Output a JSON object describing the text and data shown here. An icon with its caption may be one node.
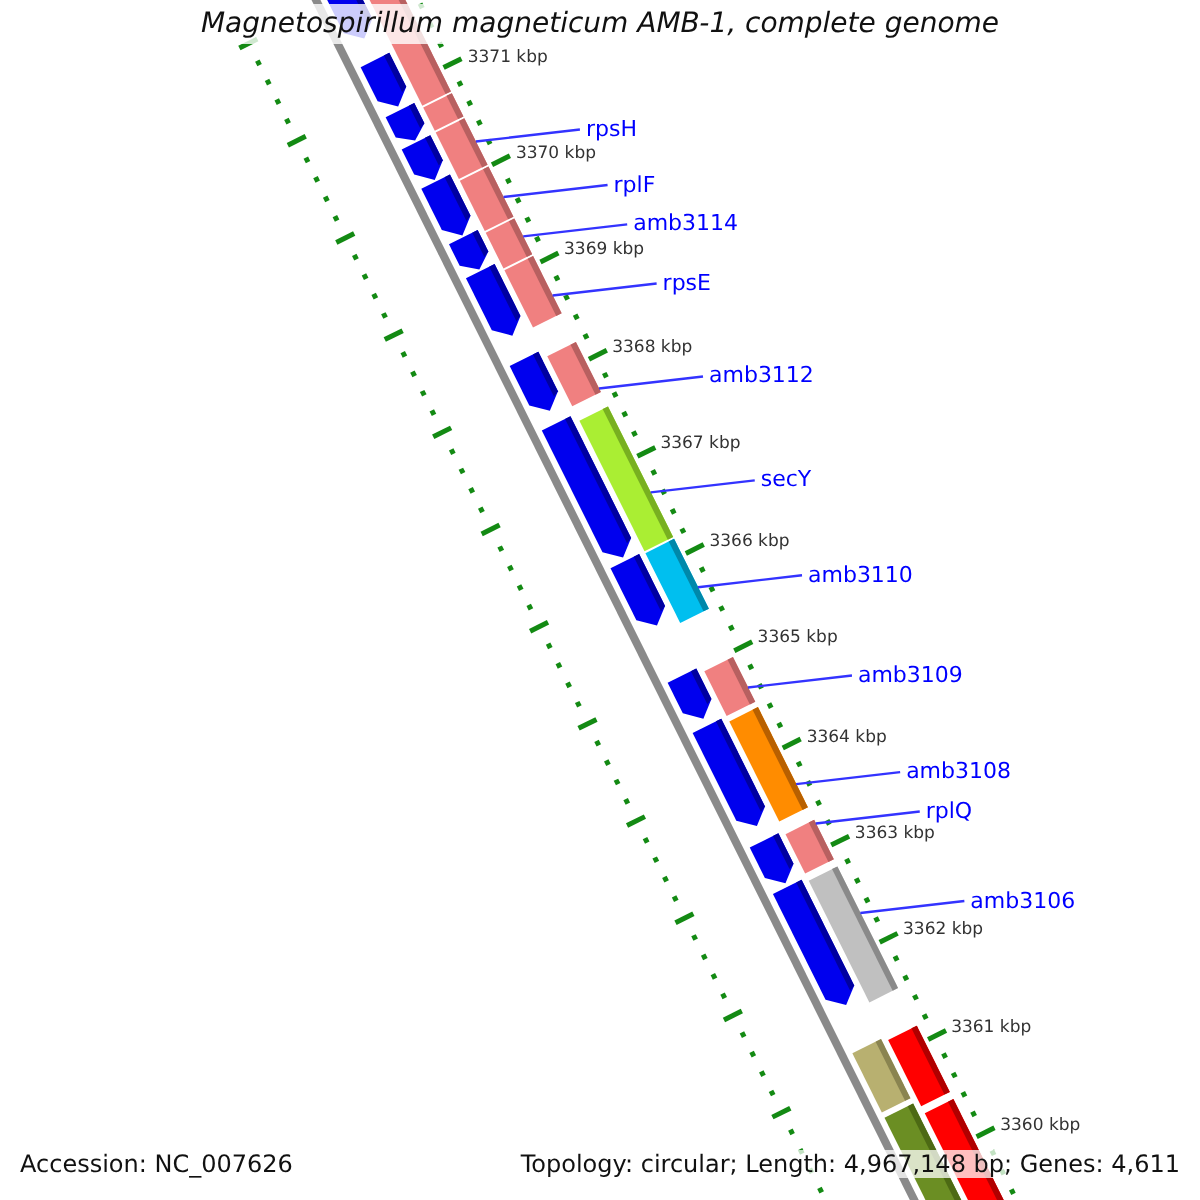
{
  "diagram": {
    "title": "Magnetospirillum magneticum AMB-1, complete genome",
    "nodes": [
      {
        "text": [
          "rpsH"
        ]
      },
      {
        "text": [
          "rplF"
        ]
      },
      {
        "text": [
          "amb3114"
        ]
      },
      {
        "text": [
          "rpsE"
        ]
      },
      {
        "text": [
          "amb3112"
        ]
      },
      {
        "text": [
          "secY"
        ]
      },
      {
        "text": [
          "amb3110"
        ]
      },
      {
        "text": [
          "amb3109"
        ]
      },
      {
        "text": [
          "amb3108"
        ]
      },
      {
        "text": [
          "rplQ"
        ]
      },
      {
        "text": [
          "amb3106"
        ]
      },
      {
        "text": [],
        "shape": "bar"
      },
      {
        "text": [],
        "shape": "bar"
      },
      {
        "text": [],
        "shape": "bar"
      },
      {
        "text": [],
        "shape": "bar"
      },
      {
        "text": [],
        "shape": "bar"
      },
      {
        "text": [],
        "shape": "bar"
      },
      {
        "text": [],
        "shape": "bar"
      },
      {
        "text": [],
        "shape": "bar"
      },
      {
        "text": [],
        "shape": "bar"
      },
      {
        "text": [],
        "shape": "bar"
      },
      {
        "text": [],
        "shape": "bar"
      }
    ],
    "edges": [
      {
        "from": 0,
        "to": 11,
        "arrow": "none"
      },
      {
        "from": 1,
        "to": 12,
        "arrow": "none"
      },
      {
        "from": 2,
        "to": 13,
        "arrow": "none"
      },
      {
        "from": 3,
        "to": 14,
        "arrow": "none"
      },
      {
        "from": 4,
        "to": 15,
        "arrow": "none"
      },
      {
        "from": 5,
        "to": 16,
        "arrow": "none"
      },
      {
        "from": 6,
        "to": 17,
        "arrow": "none"
      },
      {
        "from": 7,
        "to": 18,
        "arrow": "none"
      },
      {
        "from": 8,
        "to": 19,
        "arrow": "none"
      },
      {
        "from": 9,
        "to": 20,
        "arrow": "none"
      },
      {
        "from": 10,
        "to": 21,
        "arrow": "none"
      }
    ],
    "labels": [
      "3371 kbp",
      "3370 kbp",
      "3369 kbp",
      "3368 kbp",
      "3367 kbp",
      "3366 kbp",
      "3365 kbp",
      "3364 kbp",
      "3363 kbp",
      "3362 kbp",
      "3361 kbp",
      "3360 kbp",
      "Accession: NC_007626",
      "Topology: circular; Length: 4,967,148 bp; Genes: 4,611"
    ]
  }
}
